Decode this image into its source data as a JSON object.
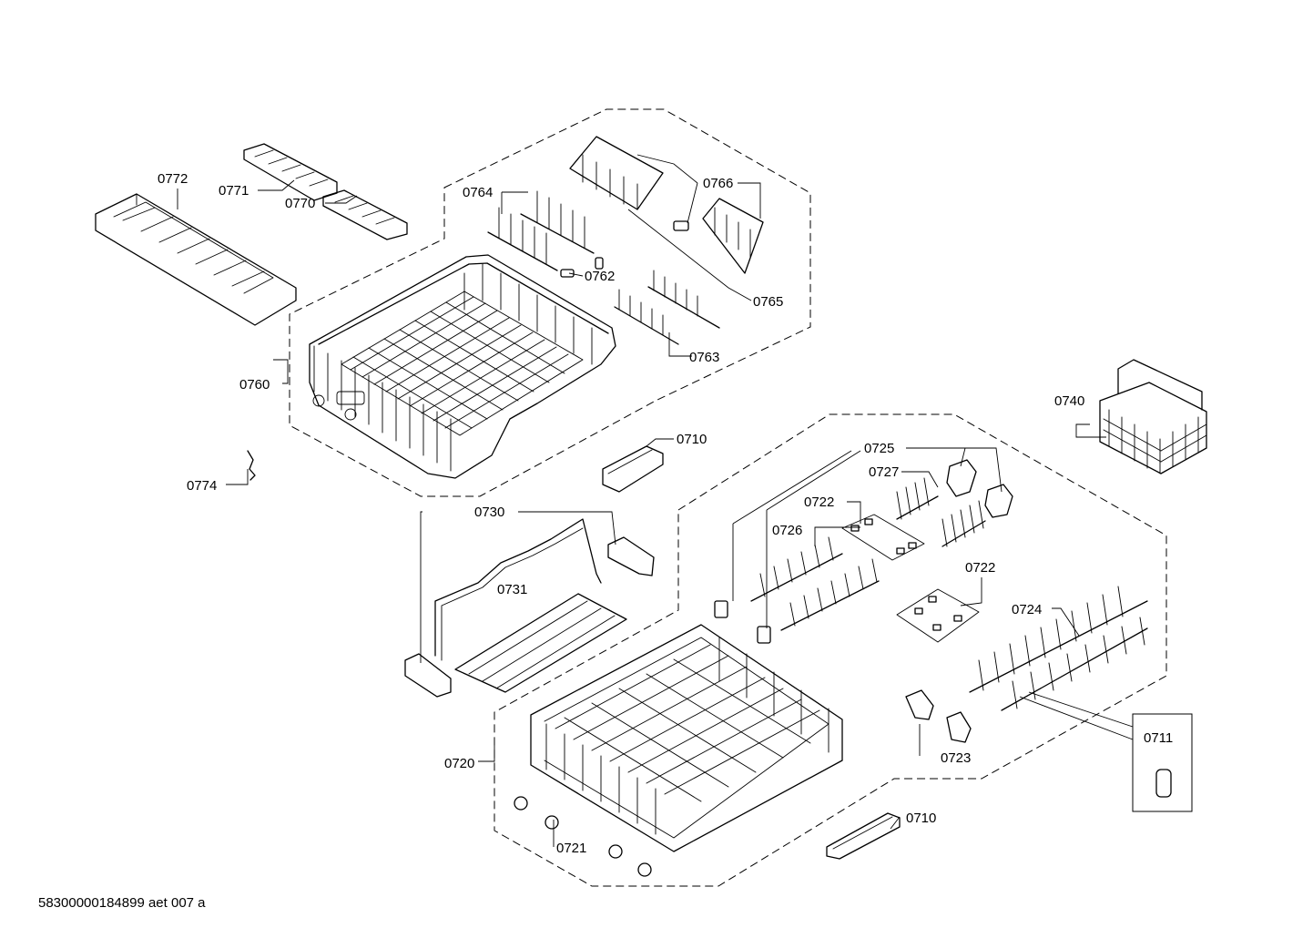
{
  "diagram": {
    "labels": {
      "p0772": "0772",
      "p0771": "0771",
      "p0770": "0770",
      "p0764": "0764",
      "p0766": "0766",
      "p0762": "0762",
      "p0765": "0765",
      "p0763": "0763",
      "p0760": "0760",
      "p0774": "0774",
      "p0710_top": "0710",
      "p0740": "0740",
      "p0725": "0725",
      "p0727": "0727",
      "p0722_a": "0722",
      "p0726": "0726",
      "p0722_b": "0722",
      "p0730": "0730",
      "p0731": "0731",
      "p0724": "0724",
      "p0711": "0711",
      "p0720": "0720",
      "p0723": "0723",
      "p0710_bottom": "0710",
      "p0721": "0721"
    },
    "footer": "58300000184899 aet 007 a"
  }
}
